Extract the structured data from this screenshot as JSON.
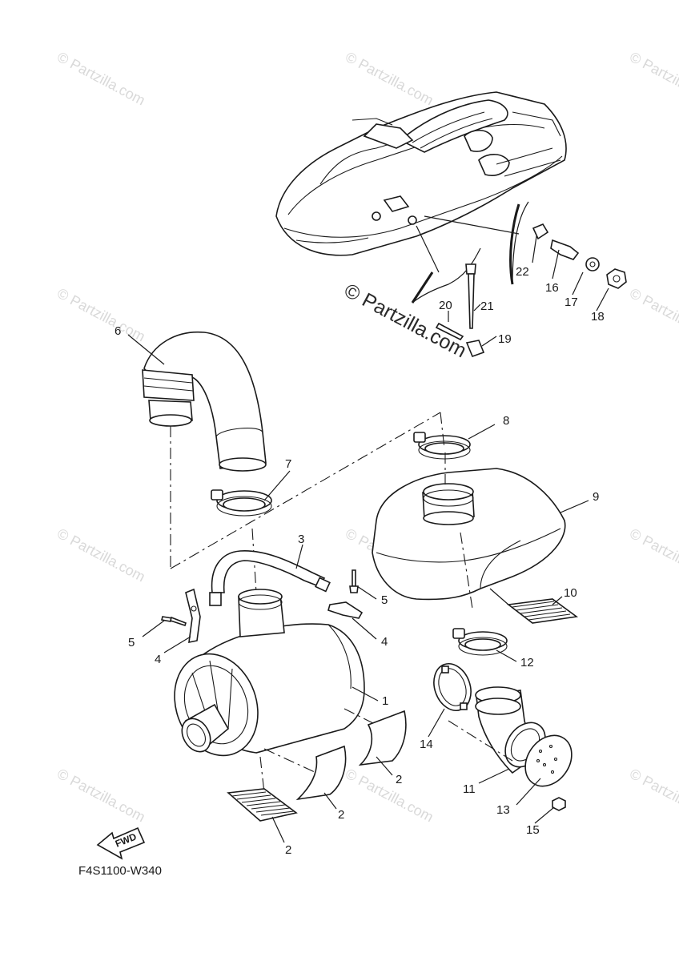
{
  "watermark": {
    "text": "© Partzilla.com",
    "center_text": "© Partzilla.com"
  },
  "diagram_code": "F4S1100-W340",
  "fwd_label": "FWD",
  "callouts": {
    "c1": "1",
    "c2a": "2",
    "c2b": "2",
    "c2c": "2",
    "c3": "3",
    "c4a": "4",
    "c4b": "4",
    "c5a": "5",
    "c5b": "5",
    "c6": "6",
    "c7": "7",
    "c8": "8",
    "c9": "9",
    "c10": "10",
    "c11": "11",
    "c12": "12",
    "c13": "13",
    "c14": "14",
    "c15": "15",
    "c16": "16",
    "c17": "17",
    "c18": "18",
    "c19": "19",
    "c20": "20",
    "c21": "21",
    "c22": "22"
  }
}
